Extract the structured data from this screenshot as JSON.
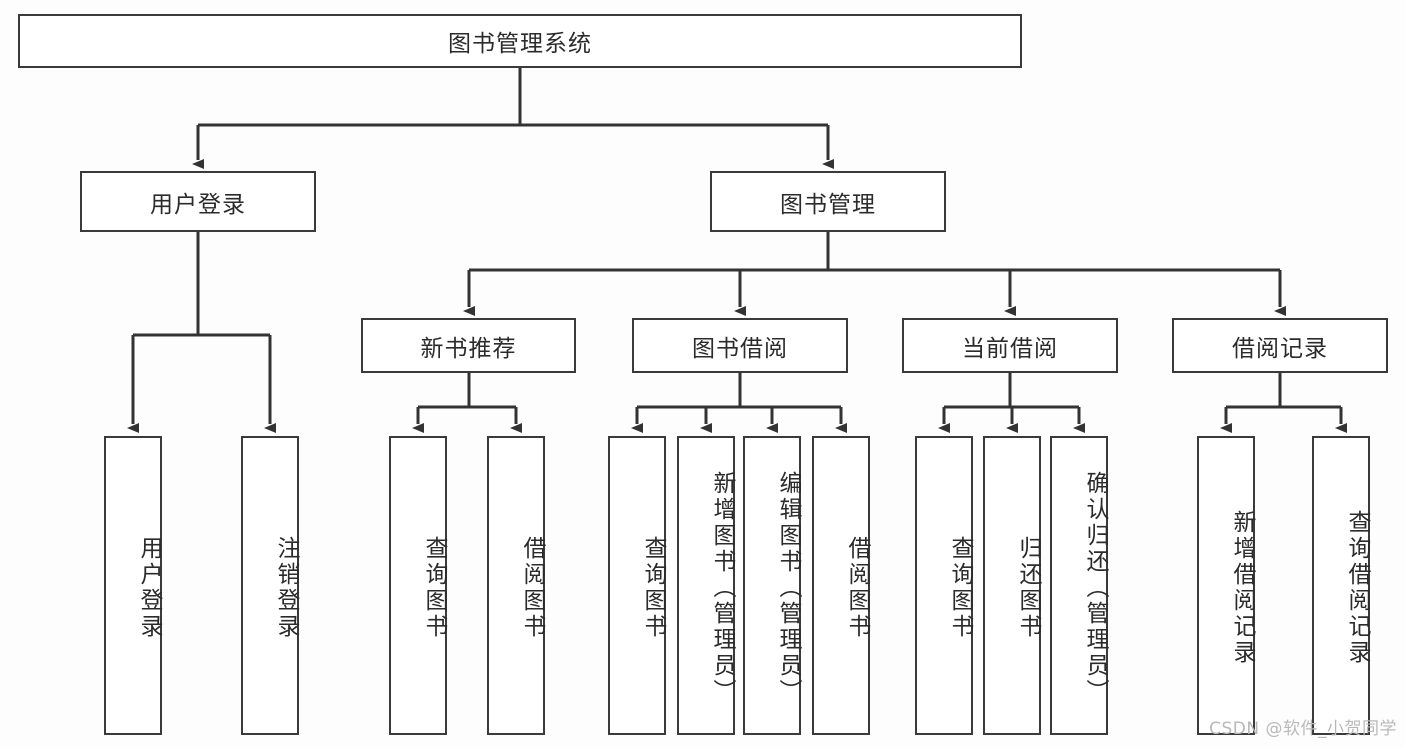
{
  "diagram": {
    "title": "图书管理系统",
    "type": "tree-hierarchy",
    "root": {
      "label": "图书管理系统"
    },
    "level2": [
      {
        "label": "用户登录"
      },
      {
        "label": "图书管理"
      }
    ],
    "level3": [
      {
        "label": "新书推荐"
      },
      {
        "label": "图书借阅"
      },
      {
        "label": "当前借阅"
      },
      {
        "label": "借阅记录"
      }
    ],
    "leaves": {
      "user_login": [
        {
          "label": "用户登录"
        },
        {
          "label": "注销登录"
        }
      ],
      "new_book_recommend": [
        {
          "label": "查询图书"
        },
        {
          "label": "借阅图书"
        }
      ],
      "book_borrow": [
        {
          "label": "查询图书"
        },
        {
          "label": "新增图书（管理员）"
        },
        {
          "label": "编辑图书（管理员）"
        },
        {
          "label": "借阅图书"
        }
      ],
      "current_borrow": [
        {
          "label": "查询图书"
        },
        {
          "label": "归还图书"
        },
        {
          "label": "确认归还（管理员）"
        }
      ],
      "borrow_record": [
        {
          "label": "新增借阅记录"
        },
        {
          "label": "查询借阅记录"
        }
      ]
    }
  },
  "watermark": {
    "text": "CSDN @软件_小贺同学"
  },
  "colors": {
    "background": "#fdfdfd",
    "box_border": "#3a3a3a",
    "box_fill": "#ffffff",
    "connector": "#333333",
    "text": "#2b2b2b",
    "watermark": "#b9b9b9"
  }
}
